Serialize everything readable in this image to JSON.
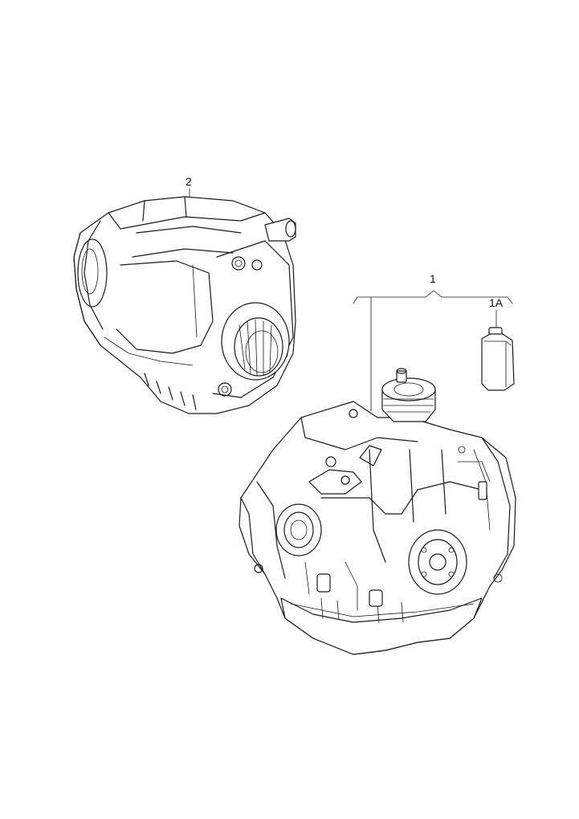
{
  "callouts": {
    "part_2": "2",
    "part_1": "1",
    "part_1a": "1A"
  },
  "colors": {
    "line": "#1a1a1a",
    "background": "#ffffff"
  }
}
